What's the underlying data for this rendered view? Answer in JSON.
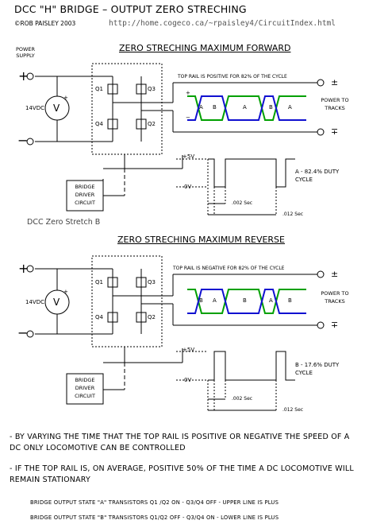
{
  "header": {
    "title": "DCC \"H\" BRIDGE – OUTPUT ZERO STRECHING",
    "copyright": "©ROB PAISLEY 2003",
    "url": "http://home.cogeco.ca/~rpaisley4/CircuitIndex.html"
  },
  "forward": {
    "section_title": "ZERO STRECHING MAXIMUM FORWARD",
    "power_supply_label": "POWER SUPPLY",
    "supply_plus": "+",
    "supply_minus": "−",
    "voltage": "14VDC",
    "meter_symbol": "V",
    "meter_plus": "+",
    "transistors": [
      "Q1",
      "Q3",
      "Q4",
      "Q2"
    ],
    "top_rail_note": "TOP RAIL IS POSITIVE FOR 82% OF THE CYCLE",
    "wave_labels": [
      "A",
      "B",
      "A",
      "B",
      "A"
    ],
    "wave_plus": "+",
    "wave_minus": "−",
    "terminal_plus": "±",
    "terminal_minus": "∓",
    "power_to_tracks": "POWER TO TRACKS",
    "driver": "BRIDGE DRIVER CIRCUIT",
    "v5": "+5V",
    "v0": "0V",
    "duty": "A - 82.4% DUTY CYCLE",
    "t_short": ".002 Sec",
    "t_long": ".012 Sec"
  },
  "figure_caption": "DCC Zero Stretch B",
  "reverse": {
    "section_title": "ZERO STRECHING MAXIMUM REVERSE",
    "top_rail_note": "TOP RAIL IS NEGATIVE FOR 82% OF THE CYCLE",
    "wave_labels": [
      "B",
      "A",
      "B",
      "A",
      "B"
    ],
    "voltage": "14VDC",
    "meter_symbol": "V",
    "meter_plus": "+",
    "transistors": [
      "Q1",
      "Q3",
      "Q4",
      "Q2"
    ],
    "terminal_plus": "±",
    "terminal_minus": "∓",
    "power_to_tracks": "POWER TO TRACKS",
    "driver": "BRIDGE DRIVER CIRCUIT",
    "v5": "+5V",
    "v0": "0V",
    "duty": "B - 17.6% DUTY CYCLE",
    "t_short": ".002 Sec",
    "t_long": ".012 Sec"
  },
  "notes": [
    "- BY VARYING THE TIME THAT THE TOP RAIL IS POSITIVE OR NEGATIVE THE SPEED OF A DC ONLY LOCOMOTIVE CAN BE CONTROLLED",
    "- IF THE TOP RAIL IS, ON AVERAGE, POSITIVE 50% OF THE TIME A DC LOCOMOTIVE WILL REMAIN STATIONARY"
  ],
  "states": [
    "BRIDGE OUTPUT STATE \"A\" TRANSISTORS Q1 /Q2 ON - Q3/Q4 OFF - UPPER LINE IS PLUS",
    "BRIDGE OUTPUT STATE \"B\" TRANSISTORS Q1/Q2 OFF - Q3/Q4 ON - LOWER LINE IS PLUS"
  ],
  "colors": {
    "wave_green": "#00a000",
    "wave_blue": "#1010d0",
    "line": "#000000"
  }
}
